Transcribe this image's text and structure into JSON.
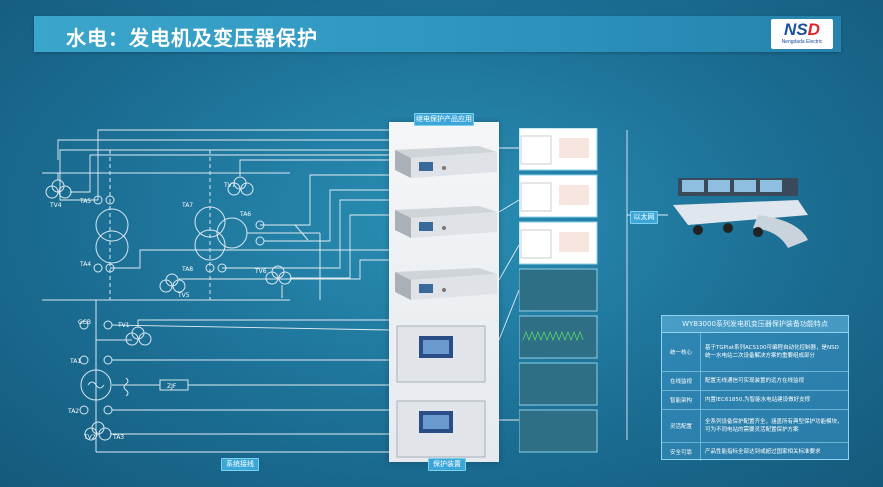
{
  "header": {
    "title": "水电：发电机及变压器保护",
    "logo_mark_left": "NS",
    "logo_mark_right": "D",
    "logo_sub": "Nengdada Electric"
  },
  "labels": {
    "top_tag": "继电保护产品应用",
    "bottom_left": "系统接线",
    "bottom_mid": "保护装置",
    "ethernet": "以太网"
  },
  "diagram_labels": [
    "TV4",
    "TA5",
    "TA4",
    "TA7",
    "TA6",
    "TV7",
    "TA8",
    "TV5",
    "TV6",
    "GCB",
    "TV1",
    "TA1",
    "TA2",
    "TV2",
    "TA3",
    "ZJF"
  ],
  "feature_table": {
    "title": "WYB3000系列发电机变压器保护装备功能特点",
    "rows": [
      {
        "name": "统一核心",
        "desc": "基于TGPlat系列ACS100可编程自动化控制器，是NSD统一水电站二次设备解决方案的重要组成部分"
      },
      {
        "name": "在线监视",
        "desc": "配置无线通信可实现装置的远方在线监视"
      },
      {
        "name": "智能架构",
        "desc": "内置IEC61850,为智能水电站建设做好支撑"
      },
      {
        "name": "灵活配置",
        "desc": "全系列设备保护配置齐全，涵盖所有典型保护功能模块，可为不同电站的需要灵活配置保护方案"
      },
      {
        "name": "安全可靠",
        "desc": "产品性能指标全部达到或超过国家相关标准要求"
      }
    ]
  },
  "colors": {
    "background": "#1c6f95",
    "title_bar": "#3ba6cc",
    "tag": "#3aa7d8",
    "line": "#d9e8f0",
    "panel": "#eef1f4"
  },
  "icons": [
    "transformer-icon",
    "current-transformer-icon",
    "generator-icon",
    "breaker-icon",
    "relay-device-icon",
    "screen-icon",
    "control-room-icon"
  ]
}
